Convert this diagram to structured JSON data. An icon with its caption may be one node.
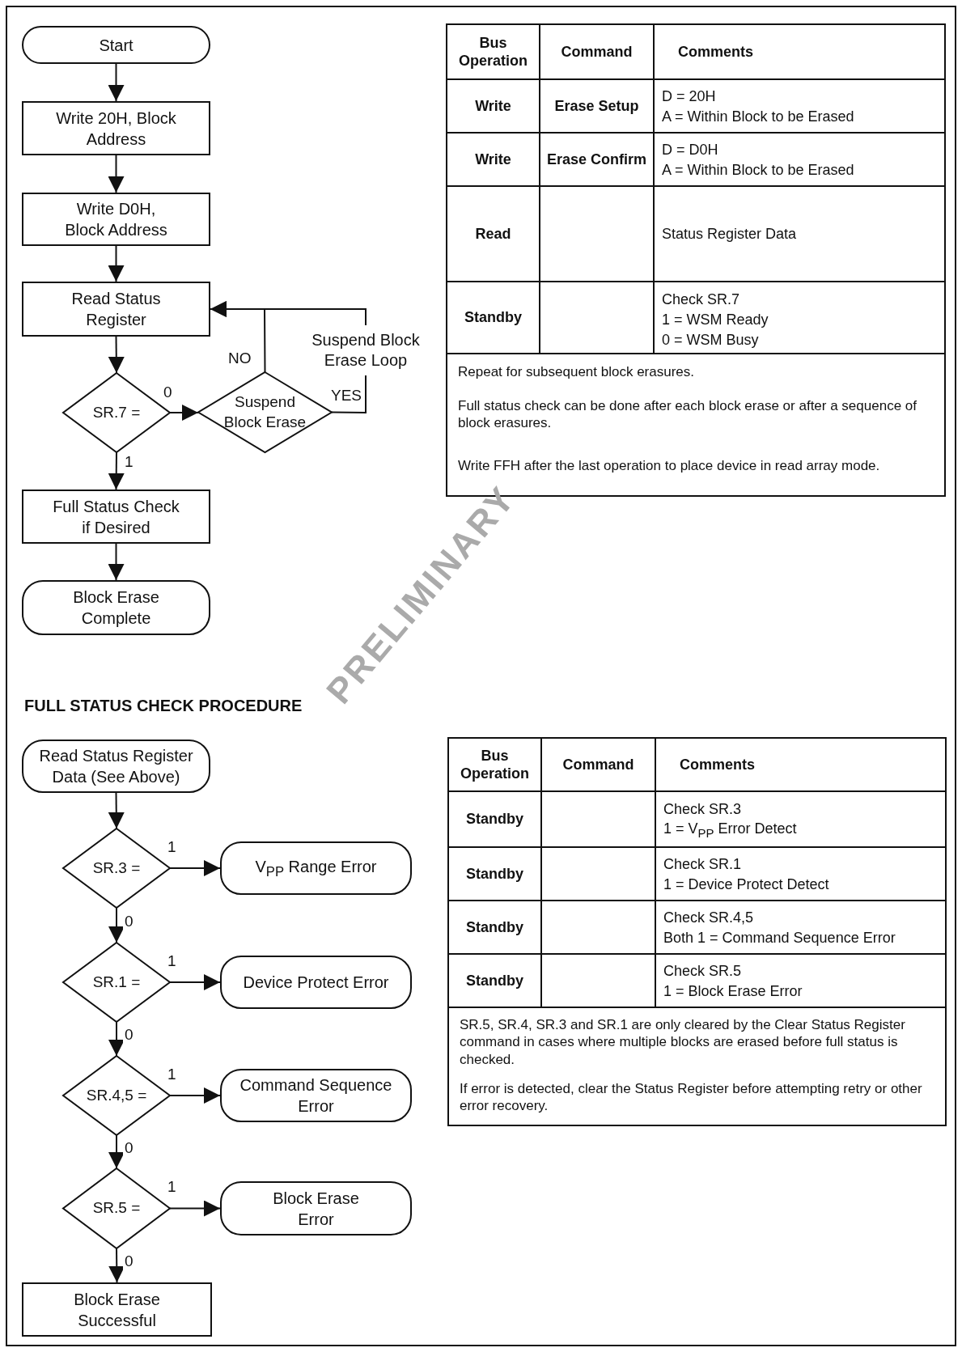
{
  "diagram": {
    "nodes": [
      {
        "text": [
          "Start"
        ]
      },
      {
        "text": [
          "Write 20H, Block Address"
        ]
      },
      {
        "text": [
          "Write D0H, Block Address"
        ]
      },
      {
        "text": [
          "Read Status Register"
        ]
      },
      {
        "text": [
          "SR.7 ="
        ]
      },
      {
        "text": [
          "Suspend Block Erase"
        ]
      },
      {
        "text": [
          "Full Status Check if Desired"
        ]
      },
      {
        "text": [
          "Block Erase Complete"
        ]
      },
      {
        "text": [
          "Read Status Register Data (See Above)"
        ]
      },
      {
        "text": [
          "SR.3 ="
        ]
      },
      {
        "text": [
          "V$_{PP}$ Range Error"
        ]
      },
      {
        "text": [
          "SR.1 ="
        ]
      },
      {
        "text": [
          "Device Protect Error"
        ]
      },
      {
        "text": [
          "SR.4,5 ="
        ]
      },
      {
        "text": [
          "Command Sequence Error"
        ]
      },
      {
        "text": [
          "SR.5 ="
        ]
      },
      {
        "text": [
          "Block Erase Error"
        ]
      },
      {
        "text": [
          "Block Erase Successful"
        ]
      }
    ],
    "edges": [
      {
        "from": 0,
        "to": 1,
        "arrow": "to"
      },
      {
        "from": 1,
        "to": 2,
        "arrow": "to"
      },
      {
        "from": 2,
        "to": 3,
        "arrow": "to"
      },
      {
        "from": 3,
        "to": 4,
        "arrow": "to"
      },
      {
        "from": 4,
        "to": 5,
        "arrow": "to",
        "label": "0"
      },
      {
        "from": 5,
        "to": 3,
        "arrow": "to",
        "label": "NO"
      },
      {
        "from": 5,
        "to": 3,
        "arrow": "to",
        "label": "YES"
      },
      {
        "from": 4,
        "to": 6,
        "arrow": "to",
        "label": "1"
      },
      {
        "from": 6,
        "to": 7,
        "arrow": "to"
      },
      {
        "from": 8,
        "to": 9,
        "arrow": "to"
      },
      {
        "from": 9,
        "to": 10,
        "arrow": "to",
        "label": "1"
      },
      {
        "from": 9,
        "to": 11,
        "arrow": "to",
        "label": "0"
      },
      {
        "from": 11,
        "to": 12,
        "arrow": "to",
        "label": "1"
      },
      {
        "from": 11,
        "to": 13,
        "arrow": "to",
        "label": "0"
      },
      {
        "from": 13,
        "to": 14,
        "arrow": "to",
        "label": "1"
      },
      {
        "from": 13,
        "to": 15,
        "arrow": "to",
        "label": "0"
      },
      {
        "from": 15,
        "to": 16,
        "arrow": "to",
        "label": "1"
      },
      {
        "from": 15,
        "to": 17,
        "arrow": "to",
        "label": "0"
      }
    ],
    "labels": [
      "Suspend Block Erase Loop",
      "Bus Operation",
      "Command",
      "Comments",
      "Write",
      "Erase Setup",
      "D = 20H",
      "A = Within Block to be Erased",
      "Write",
      "Erase Confirm",
      "D = D0H",
      "A = Within Block to be Erased",
      "Read",
      "Status Register Data",
      "Standby",
      "Check SR.7",
      "1 = WSM Ready",
      "0 = WSM Busy",
      "Repeat for subsequent block erasures.",
      "Full status check can be done after each block erase or after a sequence of block erasures.",
      "Write FFH after the last operation to place device in read array mode.",
      "FULL STATUS CHECK PROCEDURE",
      "Bus Operation",
      "Command",
      "Comments",
      "Standby",
      "Check SR.3",
      "1 = V$_{PP}$ Error Detect",
      "Standby",
      "Check SR.1",
      "1 = Device Protect Detect",
      "Standby",
      "Check SR.4,5",
      "Both 1 = Command Sequence Error",
      "Standby",
      "Check SR.5",
      "1 = Block Erase Error",
      "SR.5, SR.4, SR.3 and SR.1 are only cleared by the Clear Status Register command in cases where multiple blocks are erased before full status is checked.",
      "If error is detected, clear the Status Register before attempting retry or other error recovery.",
      "PRELIMINARY"
    ]
  }
}
